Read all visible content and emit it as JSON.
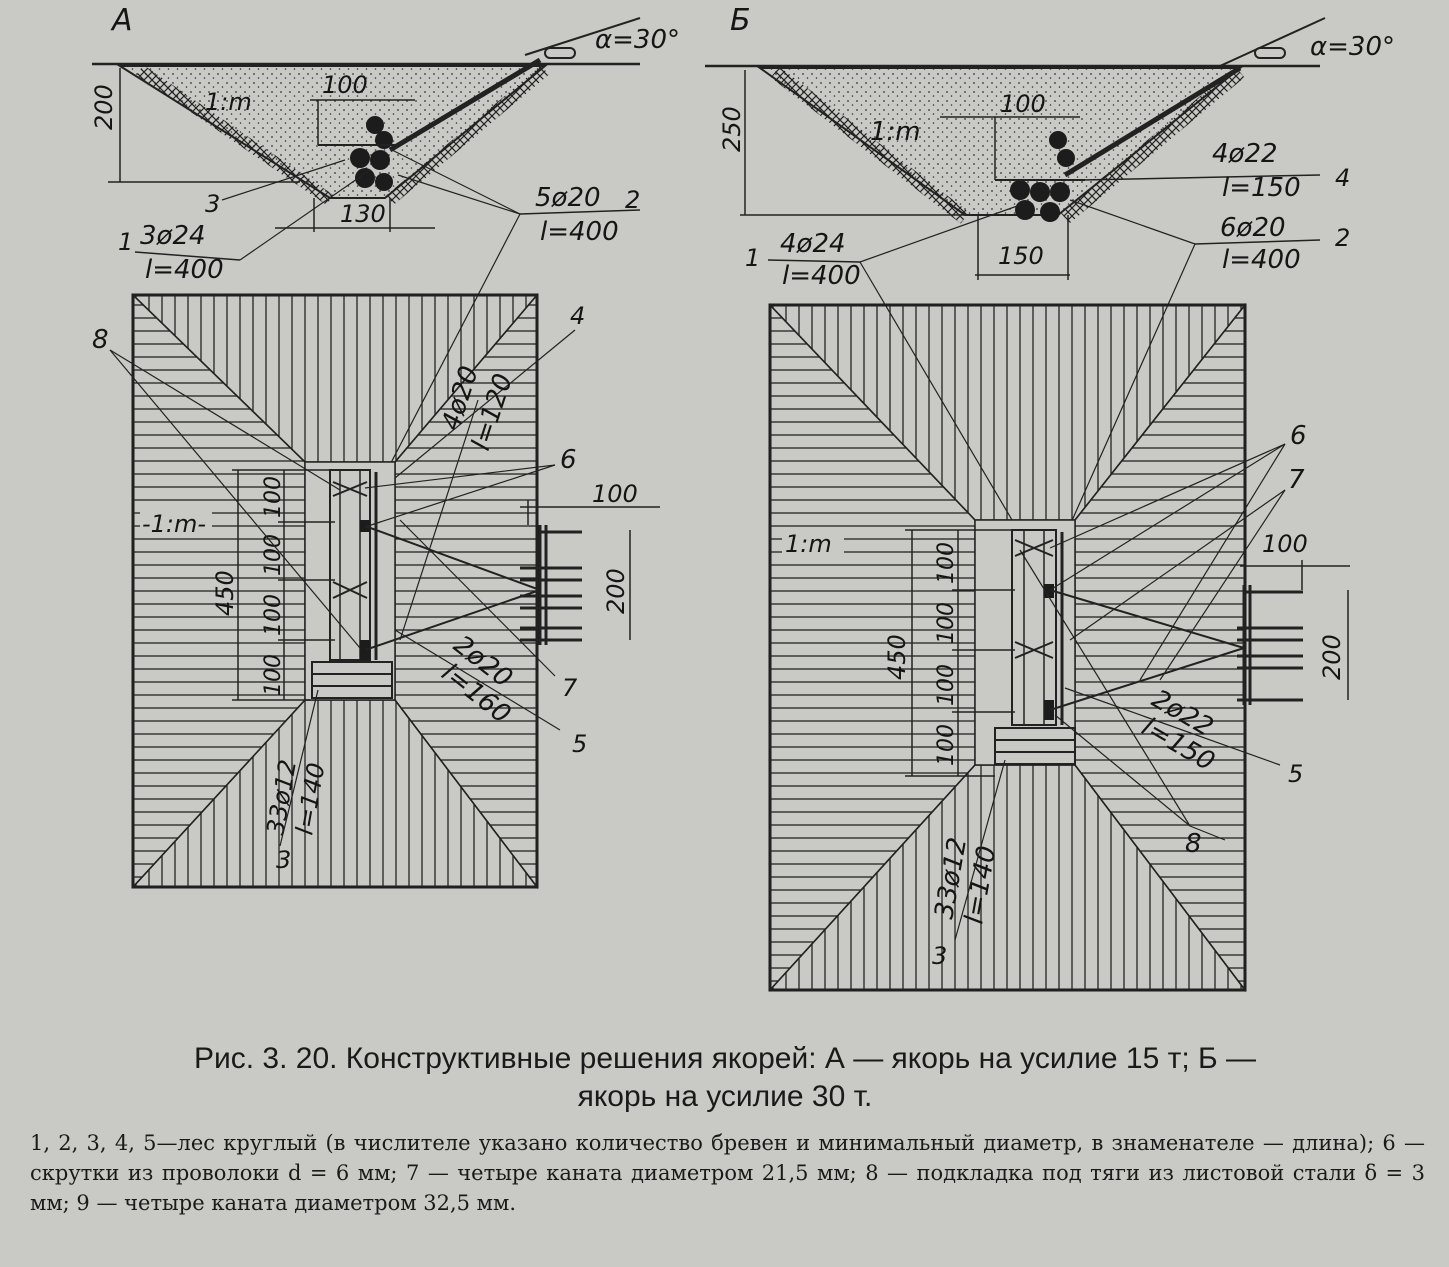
{
  "panelA": {
    "letter": "А",
    "angle": "α=30°",
    "slope": "1:m",
    "dim_depth": "200",
    "dim_top": "100",
    "dim_bottom": "130",
    "callout_3": "3",
    "callout_1": "1",
    "callout_1_num": "3ø24",
    "callout_1_den": "l=400",
    "callout_2": "2",
    "callout_2_num": "5ø20",
    "callout_2_den": "l=400",
    "callout_8": "8",
    "callout_4": "4",
    "callout_4_num": "4ø20",
    "callout_4_den": "l=120",
    "callout_6": "6",
    "plan_slope": "-1:m-",
    "dim_450": "450",
    "dim_100a": "100",
    "dim_100b": "100",
    "dim_100c": "100",
    "dim_100d": "100",
    "side_100": "100",
    "side_200": "200",
    "callout_5_num": "2ø20",
    "callout_5_den": "l=160",
    "callout_7": "7",
    "callout_5": "5",
    "callout_3b_num": "33ø12",
    "callout_3b_den": "l=140",
    "callout_3b": "3"
  },
  "panelB": {
    "letter": "Б",
    "angle": "α=30°",
    "slope": "1:m",
    "dim_depth": "250",
    "dim_top": "100",
    "dim_bottom": "150",
    "callout_4": "4",
    "callout_4_num": "4ø22",
    "callout_4_den": "l=150",
    "callout_1": "1",
    "callout_1_num": "4ø24",
    "callout_1_den": "l=400",
    "callout_2": "2",
    "callout_2_num": "6ø20",
    "callout_2_den": "l=400",
    "callout_6": "6",
    "callout_7": "7",
    "plan_slope": "1:m",
    "side_100": "100",
    "side_200": "200",
    "dim_450": "450",
    "dim_100a": "100",
    "dim_100b": "100",
    "dim_100c": "100",
    "dim_100d": "100",
    "callout_5_num": "2ø22",
    "callout_5_den": "l=150",
    "callout_5": "5",
    "callout_8": "8",
    "callout_3b_num": "33ø12",
    "callout_3b_den": "l=140",
    "callout_3b": "3"
  },
  "caption": {
    "line1": "Рис. 3. 20. Конструктивные решения якорей: А — якорь на усилие 15 т; Б —",
    "line2": "якорь на усилие 30 т."
  },
  "legend": {
    "text": "1, 2, 3, 4, 5—лес круглый (в числителе указано количество бревен и минимальный диаметр, в знаменателе — длина); 6 — скрутки из проволоки d = 6 мм; 7 — четыре каната диаметром 21,5 мм; 8 — подкладка под тяги из листовой стали δ = 3 мм; 9 — четыре каната диаметром 32,5 мм."
  }
}
